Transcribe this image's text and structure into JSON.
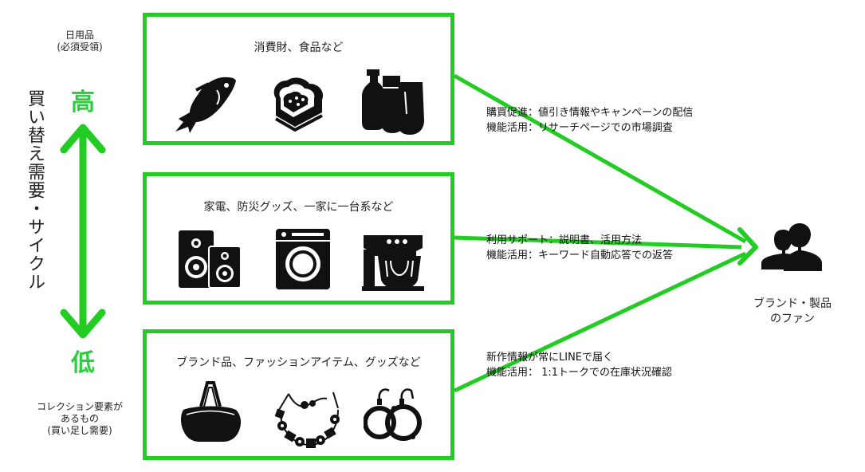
{
  "top_note": [
    "日用品",
    "(必須受領)"
  ],
  "bottom_note": [
    "コレクション要素が",
    "あるもの",
    "(買い足し需要)"
  ],
  "vertical_title": "買い替え需要・サイクル",
  "level_high": "高",
  "level_low": "低",
  "boxes": [
    {
      "title": "消費財、食品など",
      "icons": [
        "fish-icon",
        "toast-icon",
        "bottles-icon"
      ]
    },
    {
      "title": "家電、防災グッズ、一家に一台系など",
      "icons": [
        "speaker-icon",
        "washing-machine-icon",
        "mixer-icon"
      ]
    },
    {
      "title": "ブランド品、ファッションアイテム、グッズなど",
      "icons": [
        "handbag-icon",
        "necklace-icon",
        "earrings-icon"
      ]
    }
  ],
  "info": [
    [
      "購買促進：値引き情報やキャンペーンの配信",
      "機能活用：リサーチページでの市場調査"
    ],
    [
      "利用サポート：説明書、活用方法",
      "機能活用：キーワード自動応答での返答"
    ],
    [
      "新作情報が常にLINEで届く",
      "機能活用： 1:1トークでの在庫状況確認"
    ]
  ],
  "fan_label": [
    "ブランド・製品",
    "のファン"
  ],
  "colors": {
    "accent_green": "#22cc22",
    "level_green": "#2ecc40",
    "icon_black": "#111111"
  }
}
